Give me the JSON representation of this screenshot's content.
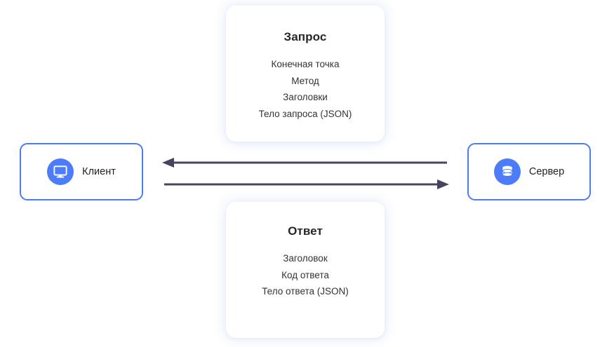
{
  "diagram": {
    "title_client": "Клиент",
    "title_server": "Сервер",
    "client_icon": "monitor-icon",
    "server_icon": "database-icon",
    "accent_color": "#4d7cfa",
    "arrow_color": "#4a4260",
    "background_color": "#ffffff",
    "request_card": {
      "title": "Запрос",
      "lines": [
        "Конечная точка",
        "Метод",
        "Заголовки",
        "Тело запроса (JSON)"
      ]
    },
    "response_card": {
      "title": "Ответ",
      "lines": [
        "Заголовок",
        "Код ответа",
        "Тело ответа (JSON)"
      ]
    },
    "arrows": [
      {
        "name": "server-to-client-arrow",
        "direction": "left"
      },
      {
        "name": "client-to-server-arrow",
        "direction": "right"
      }
    ]
  }
}
